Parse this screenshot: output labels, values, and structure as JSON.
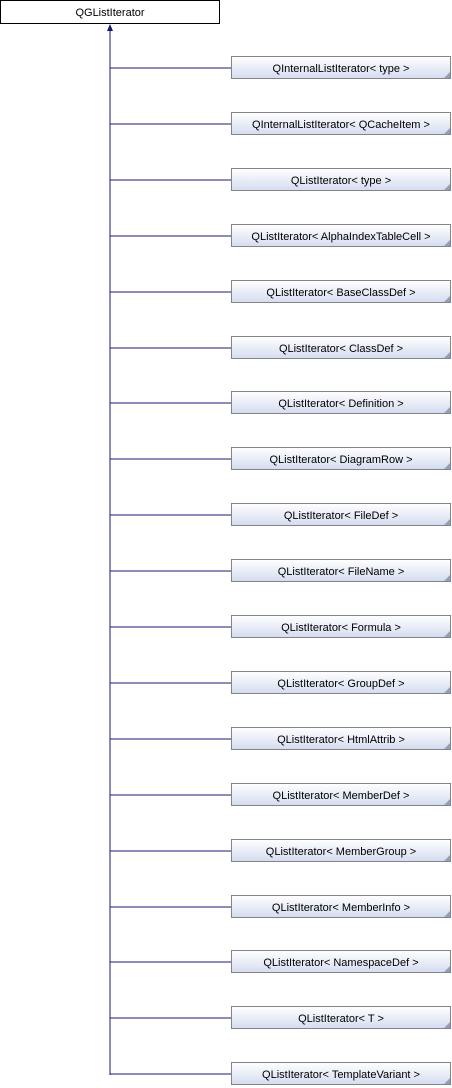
{
  "base_class": {
    "label": "QGListIterator"
  },
  "derived_classes": [
    {
      "label": "QInternalListIterator< type >"
    },
    {
      "label": "QInternalListIterator< QCacheItem >"
    },
    {
      "label": "QListIterator< type >"
    },
    {
      "label": "QListIterator< AlphaIndexTableCell >"
    },
    {
      "label": "QListIterator< BaseClassDef >"
    },
    {
      "label": "QListIterator< ClassDef >"
    },
    {
      "label": "QListIterator< Definition >"
    },
    {
      "label": "QListIterator< DiagramRow >"
    },
    {
      "label": "QListIterator< FileDef >"
    },
    {
      "label": "QListIterator< FileName >"
    },
    {
      "label": "QListIterator< Formula >"
    },
    {
      "label": "QListIterator< GroupDef >"
    },
    {
      "label": "QListIterator< HtmlAttrib >"
    },
    {
      "label": "QListIterator< MemberDef >"
    },
    {
      "label": "QListIterator< MemberGroup >"
    },
    {
      "label": "QListIterator< MemberInfo >"
    },
    {
      "label": "QListIterator< NamespaceDef >"
    },
    {
      "label": "QListIterator< T >"
    },
    {
      "label": "QListIterator< TemplateVariant >"
    }
  ],
  "colors": {
    "edge": "#191970",
    "node_border": "#848484",
    "node_fill_top": "#ffffff",
    "node_fill_bottom": "#d4dcf0",
    "corner_fold": "#8fa0c8",
    "base_border": "#000000",
    "base_fill": "#ffffff"
  }
}
